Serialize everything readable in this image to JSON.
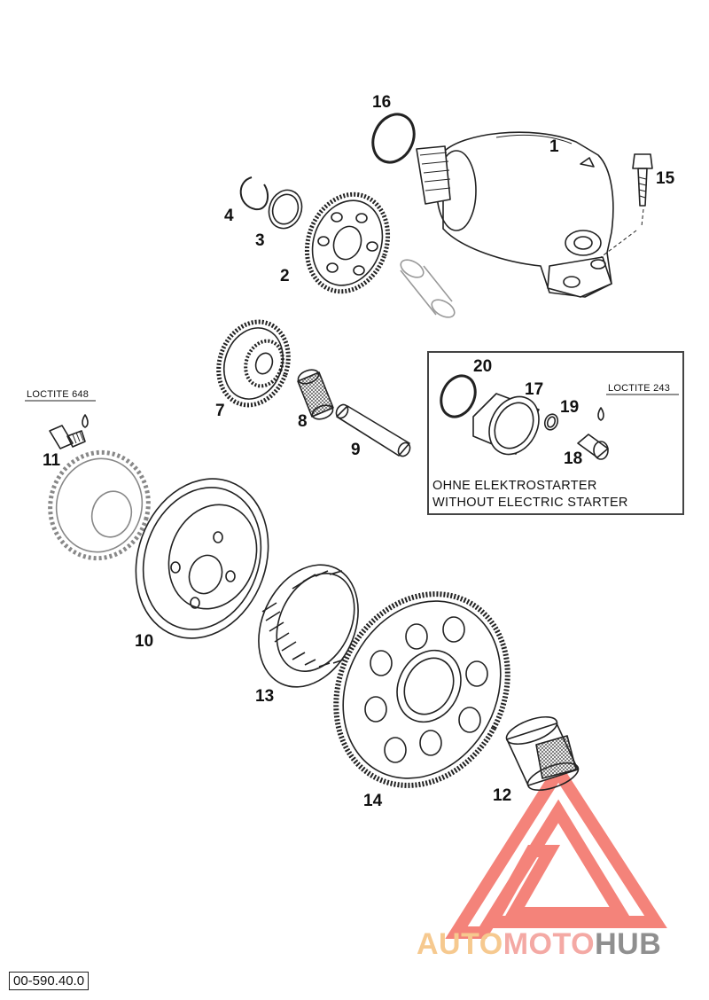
{
  "callouts": [
    "1",
    "2",
    "3",
    "4",
    "7",
    "8",
    "9",
    "10",
    "11",
    "12",
    "13",
    "14",
    "15",
    "16",
    "17",
    "18",
    "19",
    "20"
  ],
  "loctite_labels": {
    "left": "LOCTITE 648",
    "inset": "LOCTITE 243"
  },
  "inset": {
    "line1": "OHNE ELEKTROSTARTER",
    "line2": "WITHOUT ELECTRIC STARTER"
  },
  "watermark": {
    "part1": "AUTO",
    "part2": "MOTO",
    "part3": "HUB"
  },
  "diagram_code": "00-590.40.0",
  "colors": {
    "line": "#222222",
    "watermark_red": "#f26d63",
    "watermark_orange": "#f6c98f",
    "watermark_gray": "#8f8f8f"
  }
}
